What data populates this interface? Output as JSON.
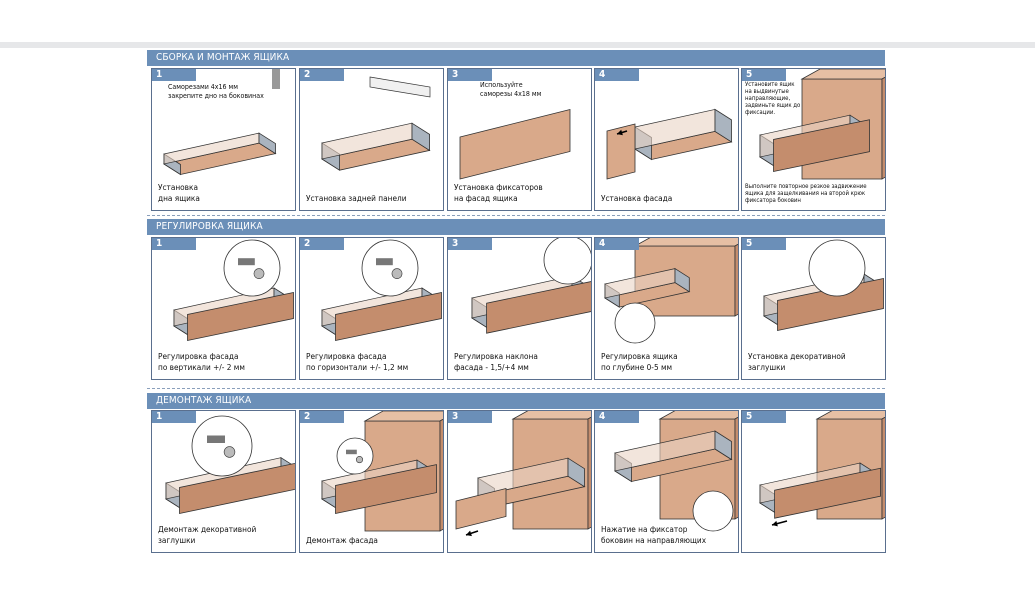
{
  "sections": [
    {
      "title": "СБОРКА И МОНТАЖ ЯЩИКА",
      "steps": [
        {
          "num": "1",
          "note": "Саморезами 4x16 мм\nзакрепите дно на боковинах",
          "caption": "Установка\nдна ящика",
          "icon": "screw-bottom-icon"
        },
        {
          "num": "2",
          "note": "",
          "caption": "Установка задней панели",
          "icon": "back-panel-icon"
        },
        {
          "num": "3",
          "note": "Используйте\nсаморезы 4x18 мм",
          "caption": "Установка фиксаторов\nна фасад ящика",
          "icon": "front-fixers-icon"
        },
        {
          "num": "4",
          "note": "",
          "caption": "Установка фасада",
          "icon": "front-mount-icon"
        },
        {
          "num": "5",
          "note": "Установите ящик\nна выдвинутые\nнаправляющие,\nзадвиньте ящик до\nфиксации.",
          "caption": "Выполните повторное резкое задвижение\nящика для защелкивания на второй крюк\nфиксатора боковин",
          "icon": "install-drawer-icon"
        }
      ]
    },
    {
      "title": "РЕГУЛИРОВКА ЯЩИКА",
      "steps": [
        {
          "num": "1",
          "note": "",
          "caption": "Регулировка фасада\nпо вертикали +/- 2 мм",
          "icon": "vertical-adjust-icon"
        },
        {
          "num": "2",
          "note": "",
          "caption": "Регулировка фасада\nпо горизонтали +/- 1,2 мм",
          "icon": "horizontal-adjust-icon"
        },
        {
          "num": "3",
          "note": "",
          "caption": "Регулировка наклона\nфасада - 1,5/+4 мм",
          "icon": "tilt-adjust-icon"
        },
        {
          "num": "4",
          "note": "",
          "caption": "Регулировка ящика\nпо глубине 0-5 мм",
          "icon": "depth-adjust-icon"
        },
        {
          "num": "5",
          "note": "",
          "caption": "Установка декоративной\nзаглушки",
          "icon": "cap-install-icon"
        }
      ]
    },
    {
      "title": "ДЕМОНТАЖ ЯЩИКА",
      "steps": [
        {
          "num": "1",
          "note": "",
          "caption": "Демонтаж декоративной\nзаглушки",
          "icon": "cap-remove-icon"
        },
        {
          "num": "2",
          "note": "",
          "caption": "Демонтаж фасада",
          "icon": "front-remove-icon"
        },
        {
          "num": "3",
          "note": "",
          "caption": "",
          "icon": "front-detached-icon"
        },
        {
          "num": "4",
          "note": "",
          "caption": "Нажатие на фиксатор\nбоковин на направляющих",
          "icon": "press-latch-icon"
        },
        {
          "num": "5",
          "note": "",
          "caption": "",
          "icon": "drawer-pull-out-icon"
        }
      ]
    }
  ],
  "colors": {
    "header": "#6b8fb8",
    "wood": "#d9a98a",
    "woodDark": "#c48d6d",
    "metal": "#aab4bf",
    "line": "#333333"
  }
}
